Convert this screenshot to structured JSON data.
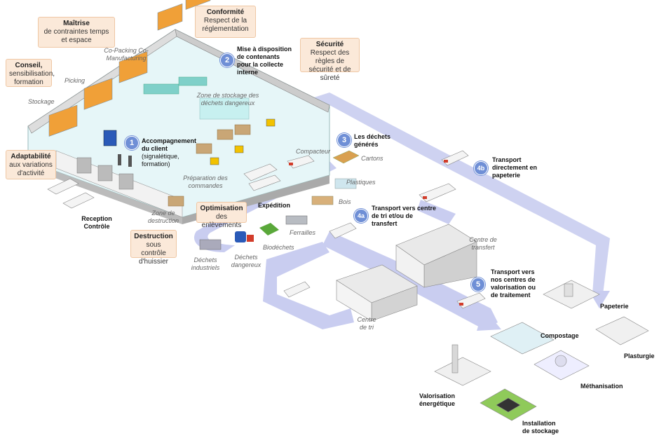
{
  "info_boxes": {
    "maitrise": {
      "title": "Maîtrise",
      "text": "de contraintes temps et espace"
    },
    "conformite": {
      "title": "Conformité",
      "text": "Respect de la réglementation"
    },
    "securite": {
      "title": "Sécurité",
      "text": "Respect des règles de sécurité et de sûreté"
    },
    "conseil": {
      "title": "Conseil,",
      "text": "sensibilisation, formation"
    },
    "adaptabilite": {
      "title": "Adaptabilité",
      "text": "aux variations d'activité"
    },
    "optimisation": {
      "title": "Optimisation",
      "text": "des enlèvements"
    },
    "destruction": {
      "title": "Destruction",
      "text": "sous contrôle d'huissier"
    }
  },
  "zones": {
    "copacking": "Co-Packing Co-Manufacturing",
    "picking": "Picking",
    "stockage": "Stockage",
    "zone_dechets": "Zone de stockage des déchets dangereux",
    "compacteur": "Compacteur",
    "preparation": "Préparation des commandes",
    "zone_destruction": "Zone de destruction",
    "centre_transfert": "Centre de transfert",
    "centre_tri": "Centre de tri"
  },
  "steps": {
    "s1": {
      "num": "1",
      "title": "Accompagnement du client",
      "sub": "(signalétique, formation)"
    },
    "s2": {
      "num": "2",
      "title": "Mise à disposition de contenants pour la collecte interne"
    },
    "s3": {
      "num": "3",
      "title": "Les déchets générés"
    },
    "s4a": {
      "num": "4a",
      "title": "Transport vers centre de tri et/ou de transfert"
    },
    "s4b": {
      "num": "4b",
      "title": "Transport directement en papeterie"
    },
    "s5": {
      "num": "5",
      "title": "Transport vers nos centres de valorisation ou de traitement"
    }
  },
  "waste": {
    "cartons": "Cartons",
    "plastiques": "Plastiques",
    "bois": "Bois",
    "ferrailles": "Ferrailles",
    "biodechets": "Biodéchets",
    "dechets_dangereux": "Déchets dangereux",
    "dechets_industriels": "Déchets industriels"
  },
  "labels": {
    "reception": "Reception Contrôle",
    "expedition": "Expédition"
  },
  "destinations": {
    "papeterie": "Papeterie",
    "compostage": "Compostage",
    "plasturgie": "Plasturgie",
    "methanisation": "Méthanisation",
    "valorisation": "Valorisation énergétique",
    "installation": "Installation de stockage"
  },
  "colors": {
    "flow": "#c9cdf0",
    "step": "#6f8fd6",
    "box": "#fbe9d9",
    "floor": "#d8f3f7",
    "truck_red": "#d23c2a"
  }
}
